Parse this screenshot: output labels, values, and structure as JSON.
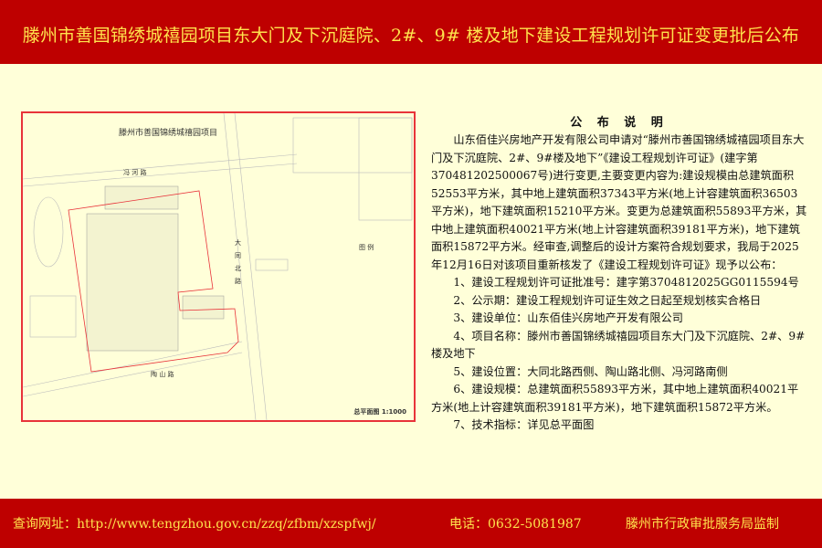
{
  "header": {
    "title": "滕州市善国锦绣城禧园项目东大门及下沉庭院、2#、9# 楼及地下建设工程规划许可证变更批后公布"
  },
  "plan": {
    "title": "滕州市善国锦绣城禧园项目",
    "roads": [
      "冯 河 路",
      "大 同 北 路",
      "陶 山 路"
    ],
    "legend_title": "图 例",
    "scale_label": "总平面图 1:1000"
  },
  "notice": {
    "title": "公 布 说 明",
    "intro": "山东佰佳兴房地产开发有限公司申请对“滕州市善国锦绣城禧园项目东大门及下沉庭院、2#、9#楼及地下”《建设工程规划许可证》(建字第370481202500067号)进行变更,主要变更内容为:建设规模由总建筑面积52553平方米，其中地上建筑面积37343平方米(地上计容建筑面积36503平方米)，地下建筑面积15210平方米。变更为总建筑面积55893平方米，其中地上建筑面积40021平方米(地上计容建筑面积39181平方米)，地下建筑面积15872平方米。经审查,调整后的设计方案符合规划要求，我局于2025年12月16日对该项目重新核发了《建设工程规划许可证》现予以公布：",
    "items": [
      "1、建设工程规划许可证批准号：建字第3704812025GG0115594号",
      "2、公示期：建设工程规划许可证生效之日起至规划核实合格日",
      "3、建设单位：山东佰佳兴房地产开发有限公司",
      "4、项目名称：滕州市善国锦绣城禧园项目东大门及下沉庭院、2#、9#楼及地下",
      "5、建设位置：大同北路西侧、陶山路北侧、冯河路南侧",
      "6、建设规模：总建筑面积55893平方米，其中地上建筑面积40021平方米(地上计容建筑面积39181平方米)，地下建筑面积15872平方米。",
      "7、技术指标：详见总平面图"
    ]
  },
  "footer": {
    "url_label": "查询网址：http://www.tengzhou.gov.cn/zzq/zfbm/xzspfwj/",
    "phone_label": "电话：0632-5081987",
    "supervisor": "滕州市行政审批服务局监制"
  },
  "colors": {
    "banner": "#BE0000",
    "banner_text": "#FFE34D",
    "background": "#FFFFD9",
    "boundary": "#E8333A"
  }
}
